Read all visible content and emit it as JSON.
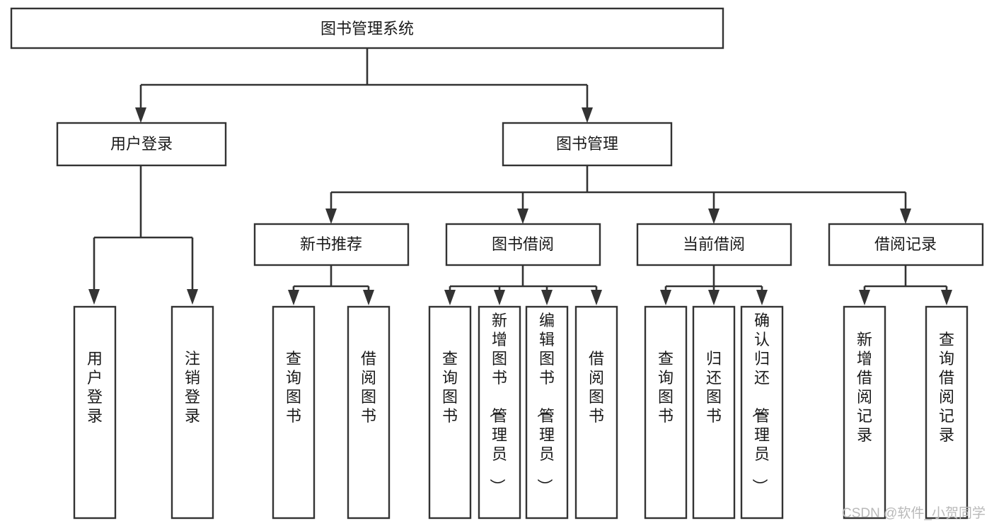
{
  "diagram": {
    "title_node": {
      "id": "root",
      "label": "图书管理系统"
    },
    "level1": [
      {
        "id": "user-login",
        "label": "用户登录"
      },
      {
        "id": "book-management",
        "label": "图书管理"
      }
    ],
    "level2": [
      {
        "id": "new-book-recommend",
        "label": "新书推荐"
      },
      {
        "id": "book-borrow",
        "label": "图书借阅"
      },
      {
        "id": "current-borrow",
        "label": "当前借阅"
      },
      {
        "id": "borrow-record",
        "label": "借阅记录"
      }
    ],
    "leaves": {
      "user_login": [
        {
          "id": "leaf-user-login",
          "label": "用户登录"
        },
        {
          "id": "leaf-logout-login",
          "label": "注销登录"
        }
      ],
      "new_book_recommend": [
        {
          "id": "leaf-query-book-1",
          "label": "查询图书"
        },
        {
          "id": "leaf-borrow-book-1",
          "label": "借阅图书"
        }
      ],
      "book_borrow": [
        {
          "id": "leaf-query-book-2",
          "label": "查询图书"
        },
        {
          "id": "leaf-add-book",
          "label": "新增图书（管理员）"
        },
        {
          "id": "leaf-edit-book",
          "label": "编辑图书（管理员）"
        },
        {
          "id": "leaf-borrow-book-2",
          "label": "借阅图书"
        }
      ],
      "current_borrow": [
        {
          "id": "leaf-query-book-3",
          "label": "查询图书"
        },
        {
          "id": "leaf-return-book",
          "label": "归还图书"
        },
        {
          "id": "leaf-confirm-return",
          "label": "确认归还（管理员）"
        }
      ],
      "borrow_record": [
        {
          "id": "leaf-add-record",
          "label": "新增借阅记录"
        },
        {
          "id": "leaf-query-record",
          "label": "查询借阅记录"
        }
      ]
    },
    "colors": {
      "box_stroke": "#333333",
      "box_fill": "#ffffff",
      "connector": "#333333",
      "text": "#1a1a1a",
      "watermark": "#b9b9b9",
      "background": "#ffffff"
    }
  },
  "watermark": {
    "text": "CSDN @软件_小贺同学"
  }
}
